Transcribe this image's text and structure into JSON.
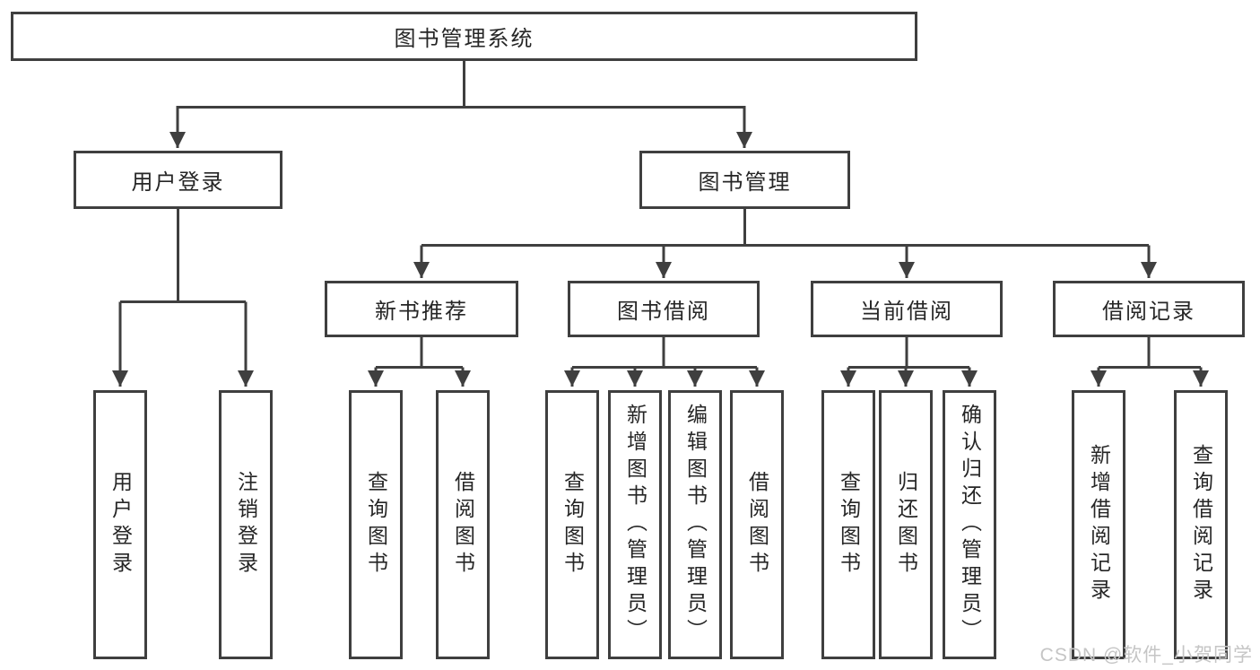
{
  "title": "图书管理系统",
  "tree": {
    "root": "图书管理系统",
    "branches": [
      {
        "label": "用户登录",
        "children": [
          "用户登录",
          "注销登录"
        ]
      },
      {
        "label": "图书管理",
        "groups": [
          {
            "label": "新书推荐",
            "children": [
              "查询图书",
              "借阅图书"
            ]
          },
          {
            "label": "图书借阅",
            "children": [
              "查询图书",
              "新增图书（管理员）",
              "编辑图书（管理员）",
              "借阅图书"
            ]
          },
          {
            "label": "当前借阅",
            "children": [
              "查询图书",
              "归还图书",
              "确认归还（管理员）"
            ]
          },
          {
            "label": "借阅记录",
            "children": [
              "新增借阅记录",
              "查询借阅记录"
            ]
          }
        ]
      }
    ]
  },
  "watermark": "CSDN @软件_小贺同学",
  "colors": {
    "line": "#3f3f3f",
    "text": "#262626",
    "background": "#ffffff",
    "watermark": "#c5c5c5"
  }
}
